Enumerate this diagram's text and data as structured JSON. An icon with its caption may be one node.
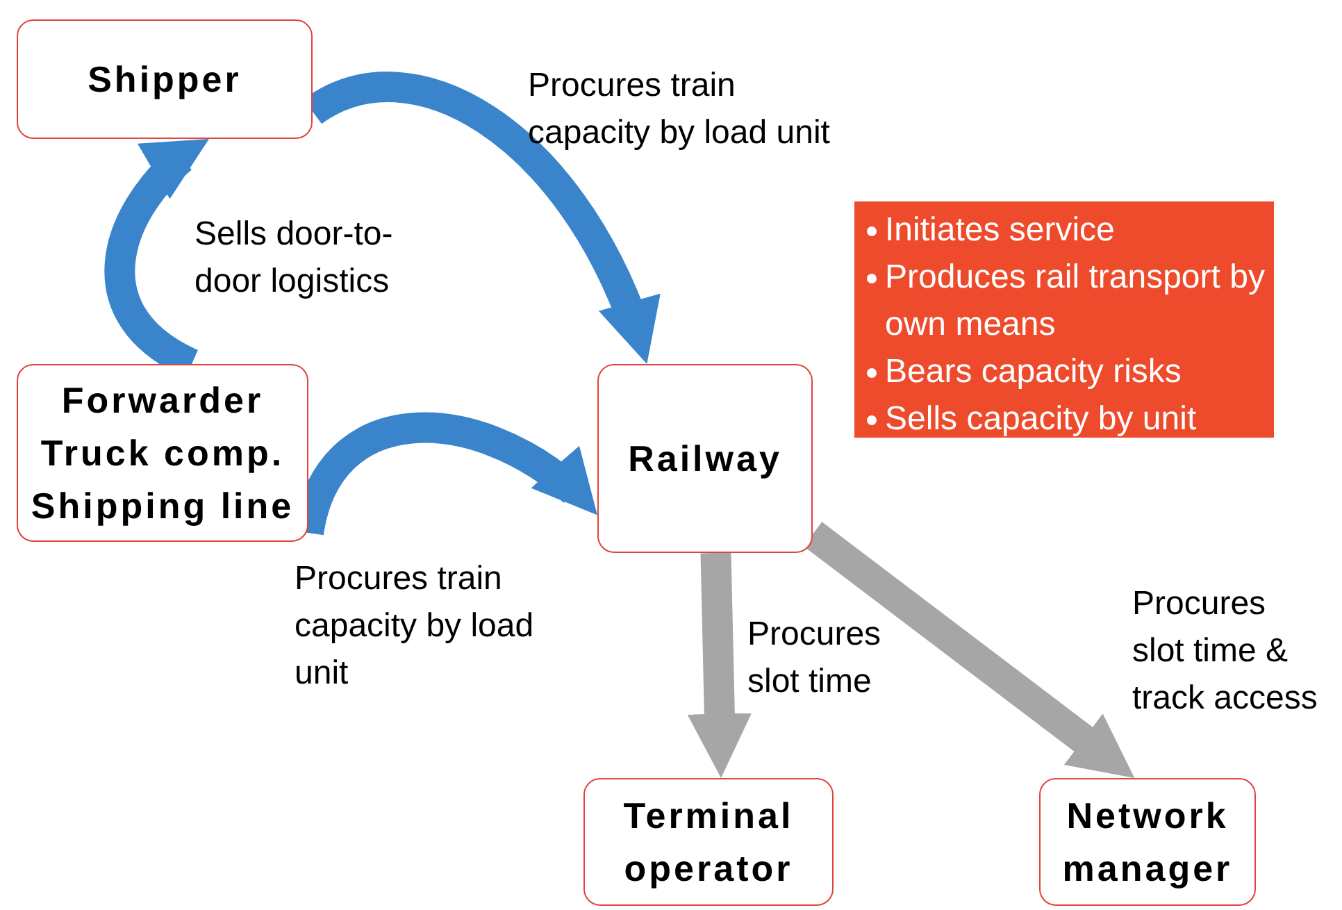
{
  "diagram": {
    "nodes": [
      {
        "text": [
          "Shipper"
        ]
      },
      {
        "text": [
          "Forwarder Truck comp. Shipping line"
        ]
      },
      {
        "text": [
          "Railway"
        ]
      },
      {
        "text": [
          "Terminal operator"
        ]
      },
      {
        "text": [
          "Network manager"
        ]
      },
      {
        "text": [
          "Initiates service",
          "Produces rail transport by own means",
          "Bears capacity risks",
          "Sells capacity by unit"
        ]
      }
    ],
    "edges": [
      {
        "from": 1,
        "to": 0,
        "arrow": "to",
        "label": "Sells door-to-door logistics"
      },
      {
        "from": 0,
        "to": 2,
        "arrow": "to",
        "label": "Procures train capacity by load unit"
      },
      {
        "from": 1,
        "to": 2,
        "arrow": "to",
        "label": "Procures train capacity by load unit"
      },
      {
        "from": 2,
        "to": 3,
        "arrow": "to",
        "label": "Procures slot time",
        "color": "#a6a6a6"
      },
      {
        "from": 2,
        "to": 4,
        "arrow": "to",
        "label": "Procures slot time & track access",
        "color": "#a6a6a6"
      }
    ]
  }
}
